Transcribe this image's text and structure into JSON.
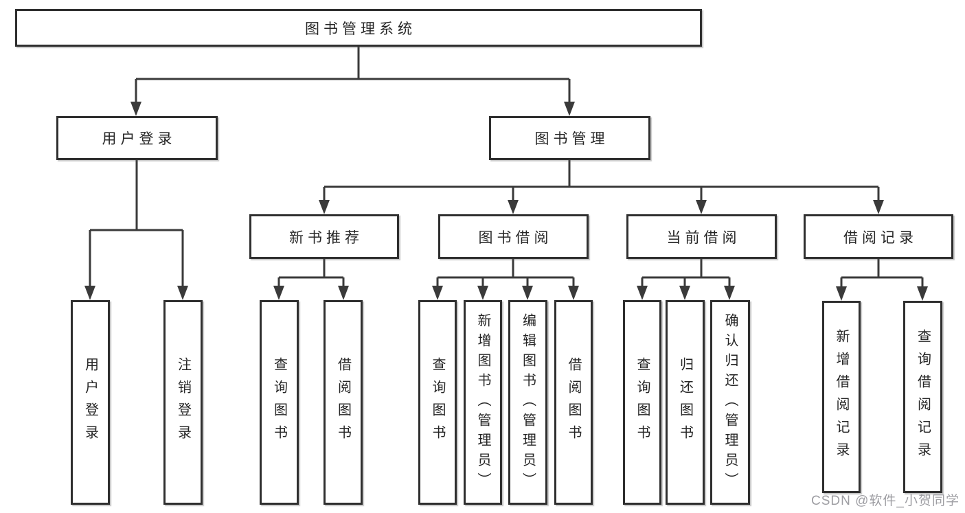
{
  "tree": {
    "root": "图书管理系统",
    "branches": [
      {
        "label": "用户登录",
        "children": [
          "用户登录",
          "注销登录"
        ]
      },
      {
        "label": "图书管理",
        "children": [
          {
            "label": "新书推荐",
            "children": [
              "查询图书",
              "借阅图书"
            ]
          },
          {
            "label": "图书借阅",
            "children": [
              "查询图书",
              "新增图书（管理员）",
              "编辑图书（管理员）",
              "借阅图书"
            ]
          },
          {
            "label": "当前借阅",
            "children": [
              "查询图书",
              "归还图书",
              "确认归还（管理员）"
            ]
          },
          {
            "label": "借阅记录",
            "children": [
              "新增借阅记录",
              "查询借阅记录"
            ]
          }
        ]
      }
    ]
  },
  "watermark": "CSDN @软件_小贺同学",
  "colors": {
    "line": "#3a3a3a",
    "border": "#2f2f2f",
    "text": "#262626",
    "watermark": "#9e9ea3",
    "background": "#ffffff"
  }
}
